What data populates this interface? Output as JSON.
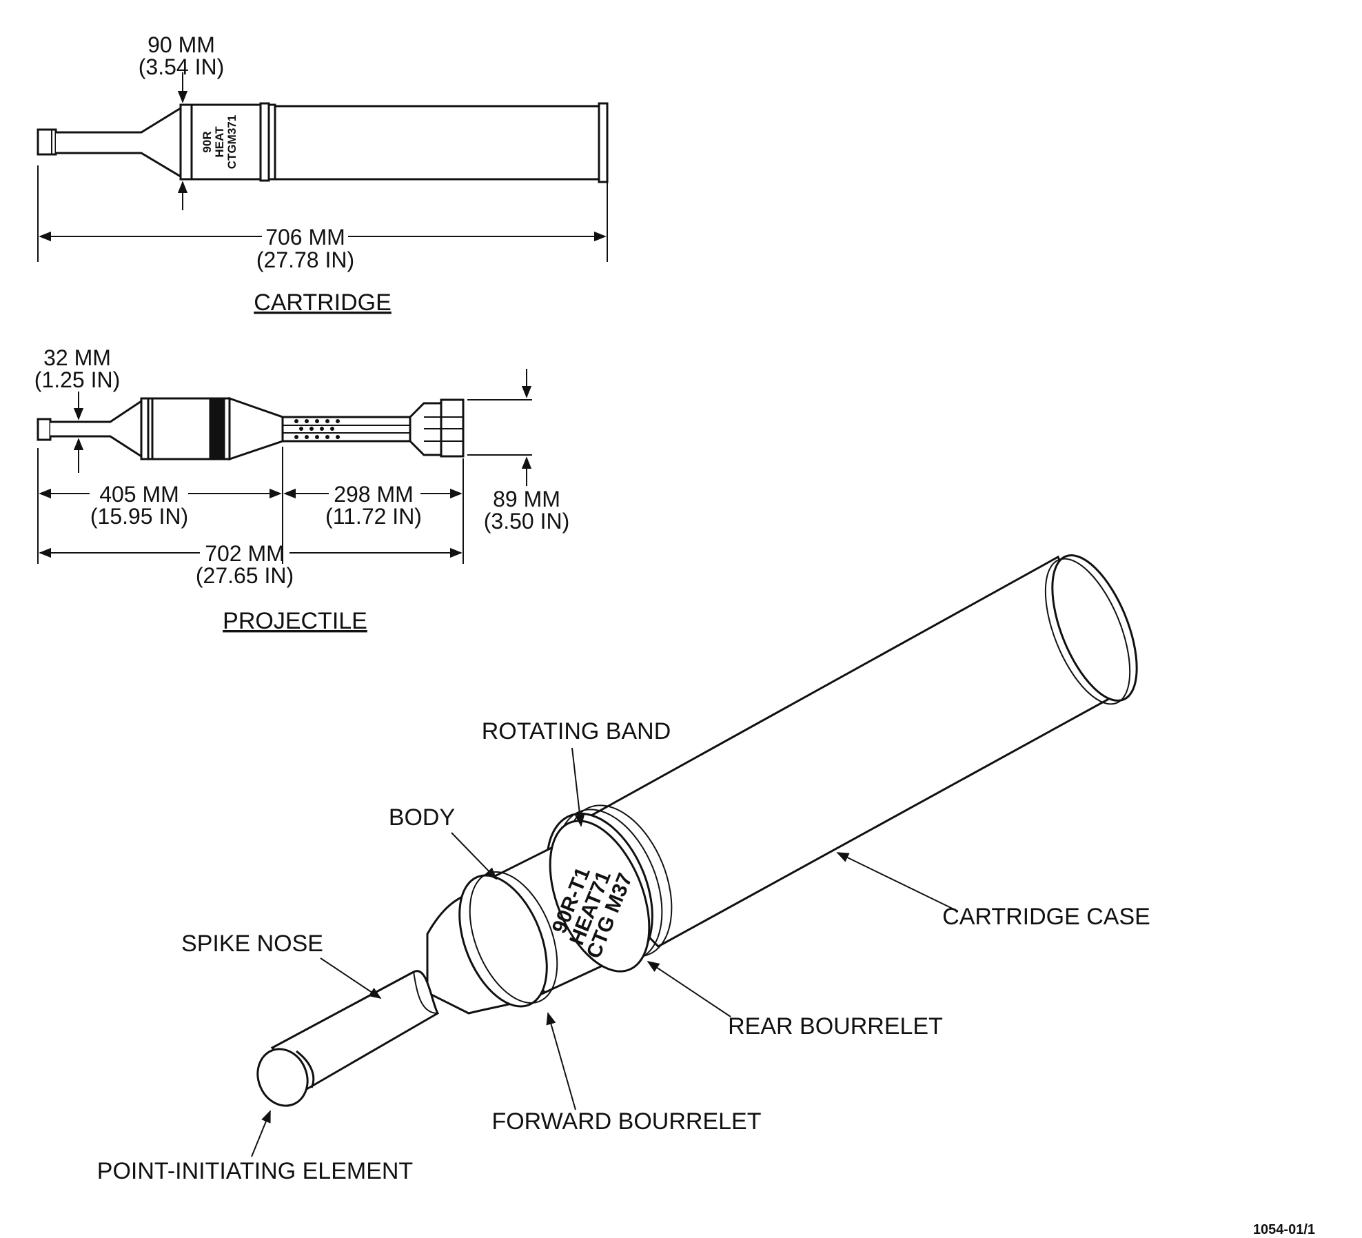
{
  "cartridge": {
    "title": "CARTRIDGE",
    "diameter_mm": "90 MM",
    "diameter_in": "(3.54 IN)",
    "length_mm": "706 MM",
    "length_in": "(27.78 IN)",
    "marking": [
      "90R",
      "HEAT",
      "CTGM371"
    ]
  },
  "projectile": {
    "title": "PROJECTILE",
    "spike_dia_mm": "32 MM",
    "spike_dia_in": "(1.25 IN)",
    "front_len_mm": "405 MM",
    "front_len_in": "(15.95 IN)",
    "tail_len_mm": "298 MM",
    "tail_len_in": "(11.72 IN)",
    "fin_dia_mm": "89 MM",
    "fin_dia_in": "(3.50 IN)",
    "total_len_mm": "702 MM",
    "total_len_in": "(27.65 IN)"
  },
  "iso": {
    "marking": [
      "90R-T1",
      "HEAT71",
      "CTG M37"
    ],
    "labels": {
      "rotating_band": "ROTATING BAND",
      "body": "BODY",
      "spike_nose": "SPIKE NOSE",
      "cartridge_case": "CARTRIDGE CASE",
      "rear_bourrelet": "REAR BOURRELET",
      "forward_bourrelet": "FORWARD BOURRELET",
      "point_initiating": "POINT-INITIATING ELEMENT"
    }
  },
  "figure_id": "1054-01/1"
}
